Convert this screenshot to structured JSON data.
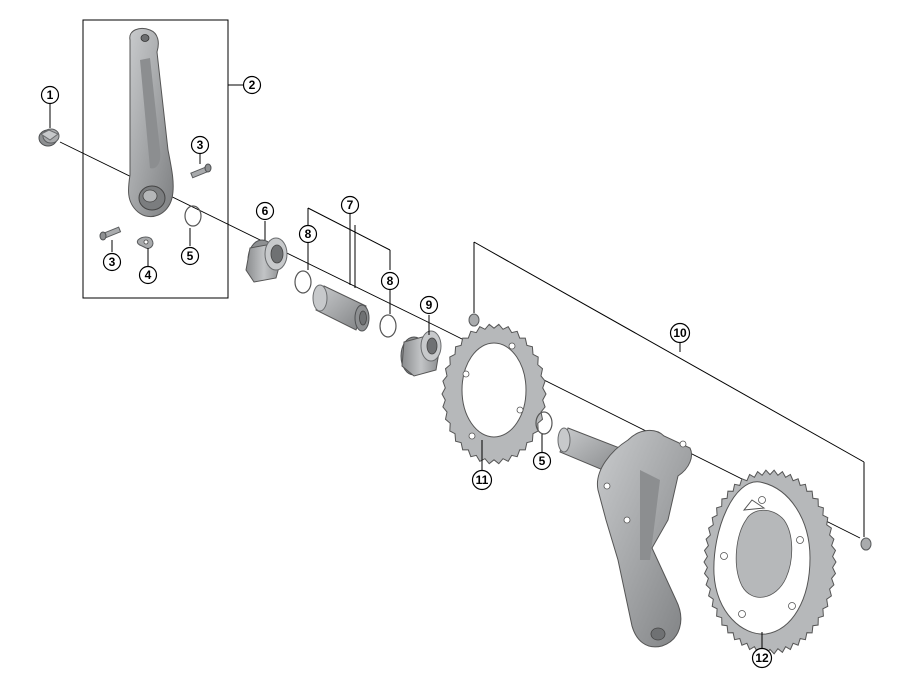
{
  "callouts": {
    "c1": "1",
    "c2": "2",
    "c3a": "3",
    "c3b": "3",
    "c4": "4",
    "c5a": "5",
    "c5b": "5",
    "c6": "6",
    "c7": "7",
    "c8a": "8",
    "c8b": "8",
    "c9": "9",
    "c10": "10",
    "c11": "11",
    "c12": "12"
  },
  "colors": {
    "part_fill": "#a9abad",
    "line": "#000000",
    "background": "#ffffff"
  }
}
